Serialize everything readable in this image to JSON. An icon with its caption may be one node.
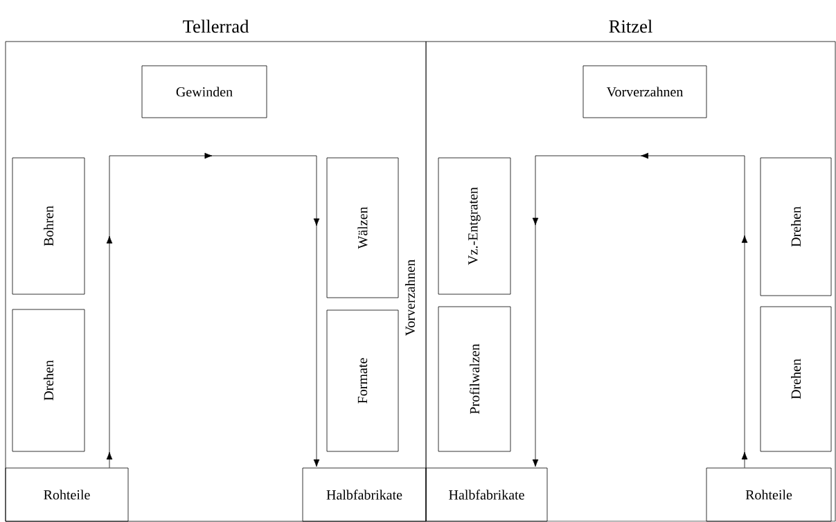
{
  "diagram": {
    "nodes": [
      {
        "text": [
          "Tellerrad"
        ]
      },
      {
        "text": [
          "Gewinden"
        ],
        "in": 0
      },
      {
        "text": [
          "Bohren"
        ],
        "in": 0
      },
      {
        "text": [
          "Drehen"
        ],
        "in": 0
      },
      {
        "text": [
          "Wälzen"
        ],
        "in": 0
      },
      {
        "text": [
          "Formate"
        ],
        "in": 0
      },
      {
        "text": [
          "Rohteile"
        ],
        "in": 0
      },
      {
        "text": [
          "Halbfabrikate"
        ],
        "in": 0
      },
      {
        "text": [
          "Ritzel"
        ]
      },
      {
        "text": [
          "Vorverzahnen"
        ],
        "in": 8
      },
      {
        "text": [
          "Vz.-Entgraten"
        ],
        "in": 8
      },
      {
        "text": [
          "Profilwalzen"
        ],
        "in": 8
      },
      {
        "text": [
          "Drehen"
        ],
        "in": 8
      },
      {
        "text": [
          "Drehen"
        ],
        "in": 8
      },
      {
        "text": [
          "Halbfabrikate"
        ],
        "in": 8
      },
      {
        "text": [
          "Rohteile"
        ],
        "in": 8
      }
    ],
    "edges": [
      {
        "from": 6,
        "to": 7,
        "arrow": "to"
      },
      {
        "from": 15,
        "to": 14,
        "arrow": "to"
      }
    ],
    "labels": [
      "Vorverzahnen"
    ]
  }
}
